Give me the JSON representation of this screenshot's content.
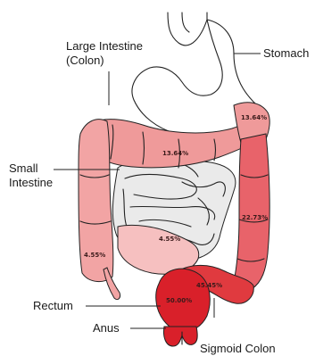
{
  "labels": {
    "large_intestine_line1": "Large Intestine",
    "large_intestine_line2": "(Colon)",
    "stomach": "Stomach",
    "small_intestine_line1": "Small",
    "small_intestine_line2": "Intestine",
    "rectum": "Rectum",
    "anus": "Anus",
    "sigmoid_colon": "Sigmoid Colon"
  },
  "segments": [
    {
      "id": "ascending-colon",
      "percent_label": "4.55%",
      "percent": 4.55,
      "color": "#f2a4a4"
    },
    {
      "id": "cecum-small-intestine",
      "percent_label": "4.55%",
      "percent": 4.55,
      "color": "#f6c0c0"
    },
    {
      "id": "transverse-colon",
      "percent_label": "13.64%",
      "percent": 13.64,
      "color": "#ef9a9a"
    },
    {
      "id": "splenic-flexure",
      "percent_label": "13.64%",
      "percent": 13.64,
      "color": "#ef9a9a"
    },
    {
      "id": "descending-colon",
      "percent_label": "22.73%",
      "percent": 22.73,
      "color": "#e8636a"
    },
    {
      "id": "sigmoid-colon",
      "percent_label": "45.45%",
      "percent": 45.45,
      "color": "#e03a3f"
    },
    {
      "id": "rectum",
      "percent_label": "50.00%",
      "percent": 50.0,
      "color": "#d9202a"
    }
  ]
}
